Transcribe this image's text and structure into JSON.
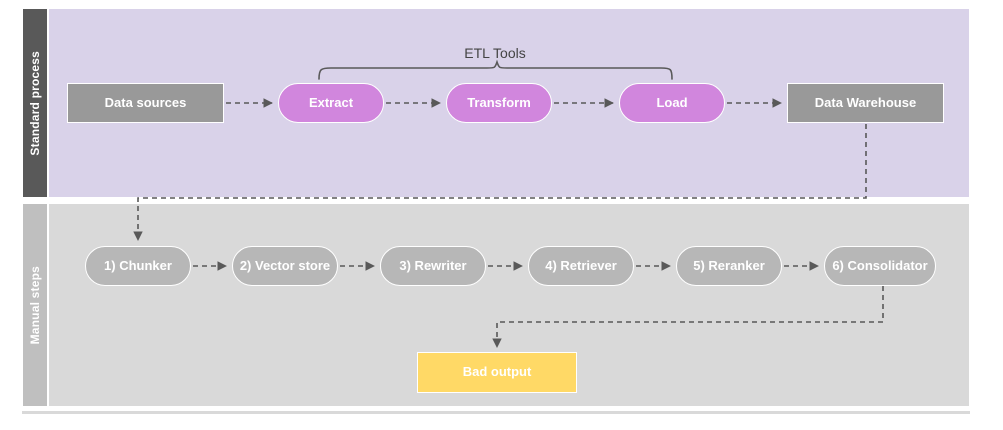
{
  "diagram": {
    "type": "swimlane-flowchart",
    "background": "#ffffff",
    "bottom_rule_color": "#d9d9d9"
  },
  "lanes": [
    {
      "key": "standard",
      "label": "Standard process",
      "header_color": "#595959",
      "body_color": "#d9d2e9",
      "label_color": "#ffffff"
    },
    {
      "key": "manual",
      "label": "Manual steps",
      "header_color": "#bfbfbf",
      "body_color": "#d9d9d9",
      "label_color": "#ffffff"
    }
  ],
  "annotations": {
    "etl_bracket_label": "ETL Tools",
    "etl_bracket_color": "#595959",
    "etl_label_color": "#444444"
  },
  "nodes": {
    "standard": [
      {
        "id": "data-sources",
        "label": "Data sources",
        "shape": "rect",
        "color": "#999999"
      },
      {
        "id": "extract",
        "label": "Extract",
        "shape": "pill",
        "color": "#d186dd"
      },
      {
        "id": "transform",
        "label": "Transform",
        "shape": "pill",
        "color": "#d186dd"
      },
      {
        "id": "load",
        "label": "Load",
        "shape": "pill",
        "color": "#d186dd"
      },
      {
        "id": "data-warehouse",
        "label": "Data Warehouse",
        "shape": "rect",
        "color": "#999999"
      }
    ],
    "manual": [
      {
        "id": "chunker",
        "label": "1) Chunker",
        "shape": "pill",
        "color": "#b7b7b7"
      },
      {
        "id": "vector-store",
        "label": "2) Vector store",
        "shape": "pill",
        "color": "#b7b7b7"
      },
      {
        "id": "rewriter",
        "label": "3) Rewriter",
        "shape": "pill",
        "color": "#b7b7b7"
      },
      {
        "id": "retriever",
        "label": "4) Retriever",
        "shape": "pill",
        "color": "#b7b7b7"
      },
      {
        "id": "reranker",
        "label": "5) Reranker",
        "shape": "pill",
        "color": "#b7b7b7"
      },
      {
        "id": "consolidator",
        "label": "6) Consolidator",
        "shape": "pill",
        "color": "#b7b7b7"
      }
    ],
    "output": [
      {
        "id": "bad-output",
        "label": "Bad output",
        "shape": "rect",
        "color": "#ffd966"
      }
    ]
  },
  "edges": [
    {
      "from": "data-sources",
      "to": "extract",
      "style": "dashed"
    },
    {
      "from": "extract",
      "to": "transform",
      "style": "dashed"
    },
    {
      "from": "transform",
      "to": "load",
      "style": "dashed"
    },
    {
      "from": "load",
      "to": "data-warehouse",
      "style": "dashed"
    },
    {
      "from": "data-warehouse",
      "to": "chunker",
      "style": "dashed"
    },
    {
      "from": "chunker",
      "to": "vector-store",
      "style": "dashed"
    },
    {
      "from": "vector-store",
      "to": "rewriter",
      "style": "dashed"
    },
    {
      "from": "rewriter",
      "to": "retriever",
      "style": "dashed"
    },
    {
      "from": "retriever",
      "to": "reranker",
      "style": "dashed"
    },
    {
      "from": "reranker",
      "to": "consolidator",
      "style": "dashed"
    },
    {
      "from": "consolidator",
      "to": "bad-output",
      "style": "dashed"
    }
  ],
  "edge_color": "#595959"
}
